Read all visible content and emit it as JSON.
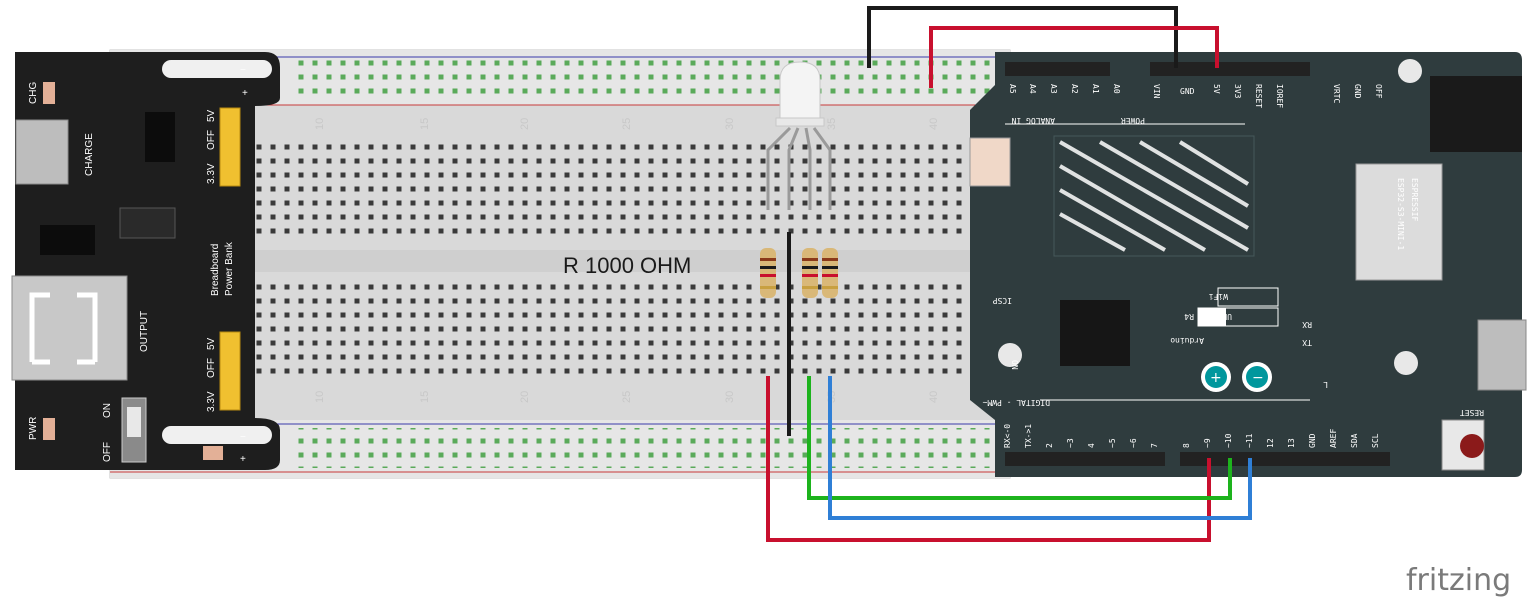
{
  "resistor_label": "R 1000 OHM",
  "watermark": "fritzing",
  "breadboard": {
    "column_numbers": [
      "10",
      "15",
      "20",
      "25",
      "30",
      "35",
      "40"
    ]
  },
  "power_module": {
    "chg": "CHG",
    "charge": "CHARGE",
    "output": "OUTPUT",
    "pwr": "PWR",
    "on": "ON",
    "off": "OFF",
    "title_line1": "Breadboard",
    "title_line2": "Power Bank",
    "jumper_5v": "5V",
    "jumper_off": "OFF",
    "jumper_3v3": "3.3V",
    "rail_plus": "+",
    "rail_minus": "−"
  },
  "arduino": {
    "analog_header": "ANALOG IN",
    "power_header": "POWER",
    "digital_header": "DIGITAL - PWM~",
    "analog_pins": [
      "A5",
      "A4",
      "A3",
      "A2",
      "A1",
      "A0"
    ],
    "power_pins": [
      "VIN",
      "GND",
      "5V",
      "3V3",
      "RESET",
      "IOREF"
    ],
    "top_right_pins": [
      "VRTC",
      "GND",
      "OFF"
    ],
    "digital_pins": [
      "RX<-0",
      "TX->1",
      "2",
      "~3",
      "4",
      "~5",
      "~6",
      "7",
      "8",
      "~9",
      "~10",
      "~11",
      "12",
      "13",
      "GND",
      "AREF",
      "SDA",
      "SCL"
    ],
    "icsp": "ICSP",
    "on": "ON",
    "module_line1": "ESPRESSIF",
    "module_line2": "ESP32-S3-MINI-1",
    "brand": "Arduino",
    "uno": "UNO",
    "r4": "R4",
    "wifi": "WiFi",
    "reset": "RESET",
    "rx": "RX",
    "tx": "TX",
    "l": "L"
  },
  "colors": {
    "wire_red": "#c8102e",
    "wire_black": "#1a1a1a",
    "wire_green": "#1db31d",
    "wire_blue": "#2f7fd6",
    "board": "#2f3c3e",
    "power_module": "#1e1e1e"
  }
}
